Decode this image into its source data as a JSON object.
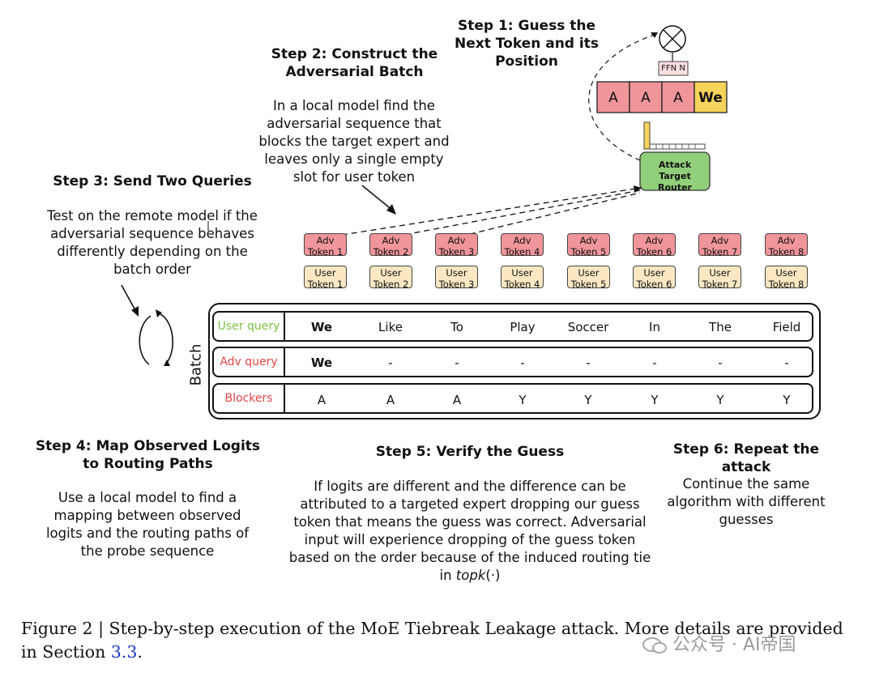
{
  "steps": {
    "step1": {
      "title": "Step 1: Guess the Next Token and its Position"
    },
    "step2": {
      "title": "Step 2: Construct the Adversarial Batch",
      "body": "In a local model find the adversarial sequence that blocks the target expert and leaves only a single empty slot for user token"
    },
    "step3": {
      "title": "Step 3: Send Two Queries",
      "body": "Test on the remote model if the adversarial sequence behaves differently depending on the batch order"
    },
    "step4": {
      "title": "Step 4: Map Observed Logits to Routing Paths",
      "body": "Use a local model to find a mapping between observed logits and the routing paths of the probe sequence"
    },
    "step5": {
      "title": "Step 5: Verify the Guess",
      "body": "If logits are different and the difference can be attributed to a targeted expert dropping our guess token that means the guess was correct. Adversarial input will experience dropping of the guess token based on the order because of the induced routing tie in ",
      "topk": "topk",
      "topk_suffix": "(·)"
    },
    "step6": {
      "title": "Step 6: Repeat the attack",
      "body": "Continue the same algorithm with different guesses"
    }
  },
  "router": {
    "label": "Attack Target Router",
    "ffn": "FFN N",
    "tokens": [
      "A",
      "A",
      "A",
      "We"
    ]
  },
  "adv_tokens": [
    "Adv Token 1",
    "Adv Token 2",
    "Adv Token 3",
    "Adv Token 4",
    "Adv Token 5",
    "Adv Token 6",
    "Adv Token 7",
    "Adv Token 8"
  ],
  "user_tokens": [
    "User Token 1",
    "User Token 2",
    "User Token 3",
    "User Token 4",
    "User Token 5",
    "User Token 6",
    "User Token 7",
    "User Token 8"
  ],
  "batch": {
    "label": "Batch",
    "rows": [
      {
        "label": "User query",
        "color": "#7cc242",
        "cells": [
          "We",
          "Like",
          "To",
          "Play",
          "Soccer",
          "In",
          "The",
          "Field"
        ]
      },
      {
        "label": "Adv query",
        "color": "#e64545",
        "cells": [
          "We",
          "-",
          "-",
          "-",
          "-",
          "-",
          "-",
          "-"
        ]
      },
      {
        "label": "Blockers",
        "color": "#e64545",
        "cells": [
          "A",
          "A",
          "A",
          "Y",
          "Y",
          "Y",
          "Y",
          "Y"
        ]
      }
    ]
  },
  "caption": {
    "text": "Figure 2 | Step-by-step execution of the MoE Tiebreak Leakage attack. More details are provided in Section ",
    "link": "3.3",
    "end": "."
  },
  "watermark": "公众号 · AI帝国",
  "colors": {
    "adv": "#f0959a",
    "user": "#fbe8c3",
    "router": "#92cf7a",
    "highlight": "#f7d35b"
  }
}
